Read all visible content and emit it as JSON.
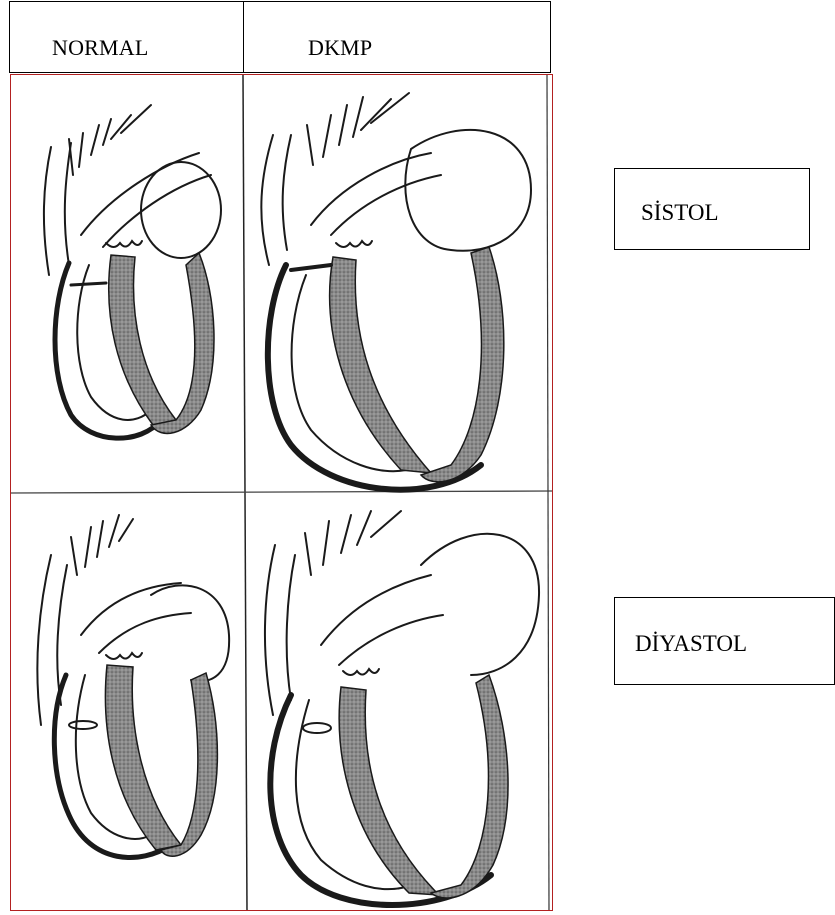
{
  "header": {
    "col_normal": "NORMAL",
    "col_dkmp": "DKMP"
  },
  "labels": {
    "sistol": "SİSTOL",
    "diyastol": "DİYASTOL"
  },
  "colors": {
    "frame_border": "#b32121",
    "myocardium": "#7d7d7d",
    "outline": "#1a1a1a"
  }
}
